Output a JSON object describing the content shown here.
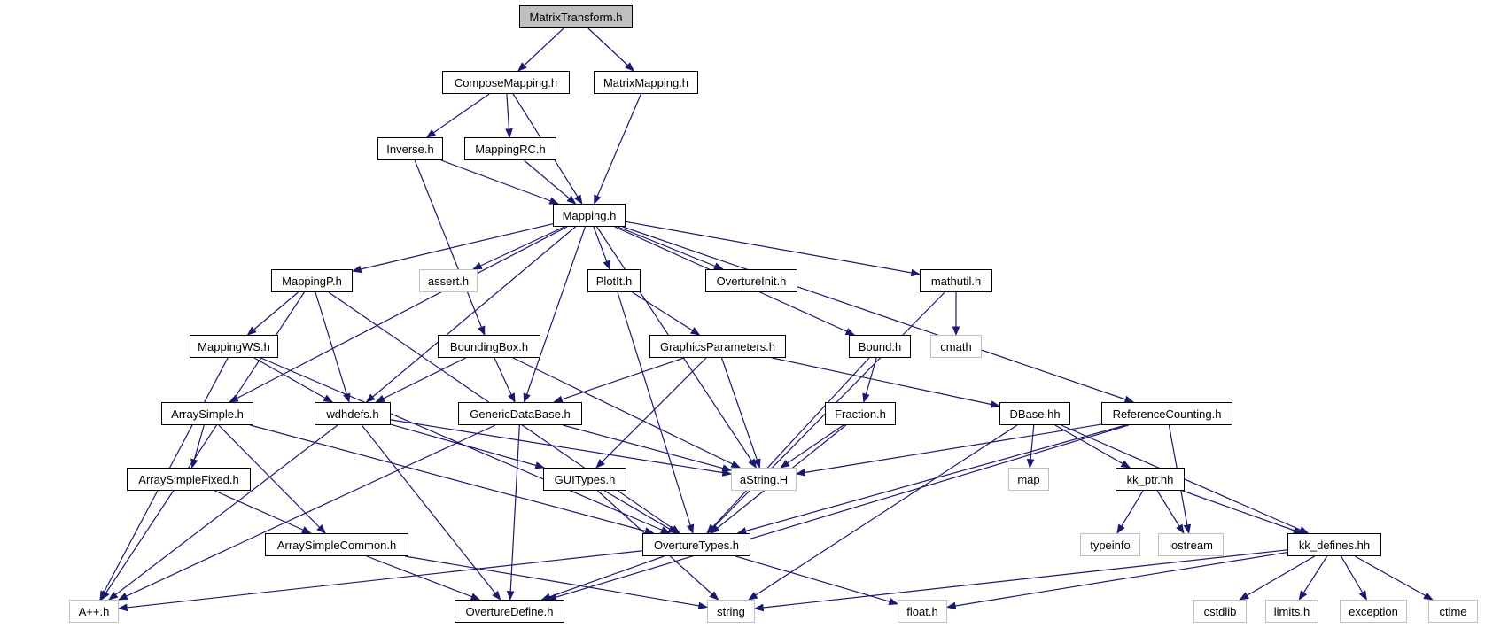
{
  "colors": {
    "edge": "#191970",
    "root_fill": "#bfbfbf",
    "node_border": "#000000",
    "external_border": "#bfbfbf"
  },
  "nodes": {
    "MatrixTransform_h": {
      "label": "MatrixTransform.h",
      "role": "root"
    },
    "ComposeMapping_h": {
      "label": "ComposeMapping.h"
    },
    "MatrixMapping_h": {
      "label": "MatrixMapping.h"
    },
    "Inverse_h": {
      "label": "Inverse.h"
    },
    "MappingRC_h": {
      "label": "MappingRC.h"
    },
    "Mapping_h": {
      "label": "Mapping.h"
    },
    "MappingP_h": {
      "label": "MappingP.h"
    },
    "assert_h": {
      "label": "assert.h",
      "external": true
    },
    "PlotIt_h": {
      "label": "PlotIt.h"
    },
    "OvertureInit_h": {
      "label": "OvertureInit.h"
    },
    "mathutil_h": {
      "label": "mathutil.h"
    },
    "cmath": {
      "label": "cmath",
      "external": true
    },
    "MappingWS_h": {
      "label": "MappingWS.h"
    },
    "BoundingBox_h": {
      "label": "BoundingBox.h"
    },
    "GraphicsParameters_h": {
      "label": "GraphicsParameters.h"
    },
    "Bound_h": {
      "label": "Bound.h"
    },
    "ArraySimple_h": {
      "label": "ArraySimple.h"
    },
    "wdhdefs_h": {
      "label": "wdhdefs.h"
    },
    "GenericDataBase_h": {
      "label": "GenericDataBase.h"
    },
    "Fraction_h": {
      "label": "Fraction.h"
    },
    "DBase_hh": {
      "label": "DBase.hh"
    },
    "ReferenceCounting_h": {
      "label": "ReferenceCounting.h"
    },
    "ArraySimpleFixed_h": {
      "label": "ArraySimpleFixed.h"
    },
    "GUITypes_h": {
      "label": "GUITypes.h"
    },
    "aString_H": {
      "label": "aString.H",
      "external": true
    },
    "map": {
      "label": "map",
      "external": true
    },
    "kk_ptr_hh": {
      "label": "kk_ptr.hh"
    },
    "ArraySimpleCommon_h": {
      "label": "ArraySimpleCommon.h"
    },
    "OvertureTypes_h": {
      "label": "OvertureTypes.h"
    },
    "typeinfo": {
      "label": "typeinfo",
      "external": true
    },
    "iostream": {
      "label": "iostream",
      "external": true
    },
    "kk_defines_hh": {
      "label": "kk_defines.hh"
    },
    "App_h": {
      "label": "A++.h",
      "external": true
    },
    "OvertureDefine_h": {
      "label": "OvertureDefine.h"
    },
    "string": {
      "label": "string",
      "external": true
    },
    "float_h": {
      "label": "float.h",
      "external": true
    },
    "cstdlib": {
      "label": "cstdlib",
      "external": true
    },
    "limits_h": {
      "label": "limits.h",
      "external": true
    },
    "exception": {
      "label": "exception",
      "external": true
    },
    "ctime": {
      "label": "ctime",
      "external": true
    }
  },
  "edges": [
    [
      "MatrixTransform_h",
      "ComposeMapping_h"
    ],
    [
      "MatrixTransform_h",
      "MatrixMapping_h"
    ],
    [
      "ComposeMapping_h",
      "Inverse_h"
    ],
    [
      "ComposeMapping_h",
      "MappingRC_h"
    ],
    [
      "ComposeMapping_h",
      "Mapping_h"
    ],
    [
      "MatrixMapping_h",
      "Mapping_h"
    ],
    [
      "Inverse_h",
      "Mapping_h"
    ],
    [
      "Inverse_h",
      "BoundingBox_h"
    ],
    [
      "MappingRC_h",
      "Mapping_h"
    ],
    [
      "Mapping_h",
      "MappingP_h"
    ],
    [
      "Mapping_h",
      "assert_h"
    ],
    [
      "Mapping_h",
      "PlotIt_h"
    ],
    [
      "Mapping_h",
      "OvertureInit_h"
    ],
    [
      "Mapping_h",
      "mathutil_h"
    ],
    [
      "Mapping_h",
      "ArraySimple_h"
    ],
    [
      "Mapping_h",
      "wdhdefs_h"
    ],
    [
      "Mapping_h",
      "GenericDataBase_h"
    ],
    [
      "Mapping_h",
      "Bound_h"
    ],
    [
      "Mapping_h",
      "aString_H"
    ],
    [
      "Mapping_h",
      "ReferenceCounting_h"
    ],
    [
      "MappingP_h",
      "MappingWS_h"
    ],
    [
      "MappingP_h",
      "wdhdefs_h"
    ],
    [
      "MappingP_h",
      "OvertureTypes_h"
    ],
    [
      "MappingP_h",
      "App_h"
    ],
    [
      "PlotIt_h",
      "GraphicsParameters_h"
    ],
    [
      "PlotIt_h",
      "OvertureTypes_h"
    ],
    [
      "mathutil_h",
      "cmath"
    ],
    [
      "mathutil_h",
      "OvertureTypes_h"
    ],
    [
      "MappingWS_h",
      "wdhdefs_h"
    ],
    [
      "MappingWS_h",
      "OvertureTypes_h"
    ],
    [
      "MappingWS_h",
      "App_h"
    ],
    [
      "BoundingBox_h",
      "wdhdefs_h"
    ],
    [
      "BoundingBox_h",
      "GenericDataBase_h"
    ],
    [
      "BoundingBox_h",
      "aString_H"
    ],
    [
      "GraphicsParameters_h",
      "GenericDataBase_h"
    ],
    [
      "GraphicsParameters_h",
      "GUITypes_h"
    ],
    [
      "GraphicsParameters_h",
      "aString_H"
    ],
    [
      "GraphicsParameters_h",
      "DBase_hh"
    ],
    [
      "Bound_h",
      "Fraction_h"
    ],
    [
      "Bound_h",
      "OvertureTypes_h"
    ],
    [
      "ArraySimple_h",
      "ArraySimpleFixed_h"
    ],
    [
      "ArraySimple_h",
      "ArraySimpleCommon_h"
    ],
    [
      "ArraySimple_h",
      "OvertureTypes_h"
    ],
    [
      "wdhdefs_h",
      "App_h"
    ],
    [
      "wdhdefs_h",
      "GUITypes_h"
    ],
    [
      "wdhdefs_h",
      "aString_H"
    ],
    [
      "wdhdefs_h",
      "OvertureDefine_h"
    ],
    [
      "GenericDataBase_h",
      "aString_H"
    ],
    [
      "GenericDataBase_h",
      "OvertureDefine_h"
    ],
    [
      "GenericDataBase_h",
      "App_h"
    ],
    [
      "Fraction_h",
      "aString_H"
    ],
    [
      "Fraction_h",
      "OvertureTypes_h"
    ],
    [
      "DBase_hh",
      "map"
    ],
    [
      "DBase_hh",
      "kk_ptr_hh"
    ],
    [
      "DBase_hh",
      "string"
    ],
    [
      "DBase_hh",
      "kk_defines_hh"
    ],
    [
      "ReferenceCounting_h",
      "aString_H"
    ],
    [
      "ReferenceCounting_h",
      "OvertureTypes_h"
    ],
    [
      "ReferenceCounting_h",
      "iostream"
    ],
    [
      "ReferenceCounting_h",
      "OvertureDefine_h"
    ],
    [
      "ArraySimpleFixed_h",
      "ArraySimpleCommon_h"
    ],
    [
      "GUITypes_h",
      "OvertureTypes_h"
    ],
    [
      "GUITypes_h",
      "string"
    ],
    [
      "kk_ptr_hh",
      "typeinfo"
    ],
    [
      "kk_ptr_hh",
      "iostream"
    ],
    [
      "kk_ptr_hh",
      "kk_defines_hh"
    ],
    [
      "ArraySimpleCommon_h",
      "OvertureDefine_h"
    ],
    [
      "ArraySimpleCommon_h",
      "string"
    ],
    [
      "OvertureTypes_h",
      "App_h"
    ],
    [
      "OvertureTypes_h",
      "OvertureDefine_h"
    ],
    [
      "OvertureTypes_h",
      "float_h"
    ],
    [
      "kk_defines_hh",
      "cstdlib"
    ],
    [
      "kk_defines_hh",
      "limits_h"
    ],
    [
      "kk_defines_hh",
      "exception"
    ],
    [
      "kk_defines_hh",
      "ctime"
    ],
    [
      "kk_defines_hh",
      "string"
    ],
    [
      "kk_defines_hh",
      "float_h"
    ]
  ]
}
